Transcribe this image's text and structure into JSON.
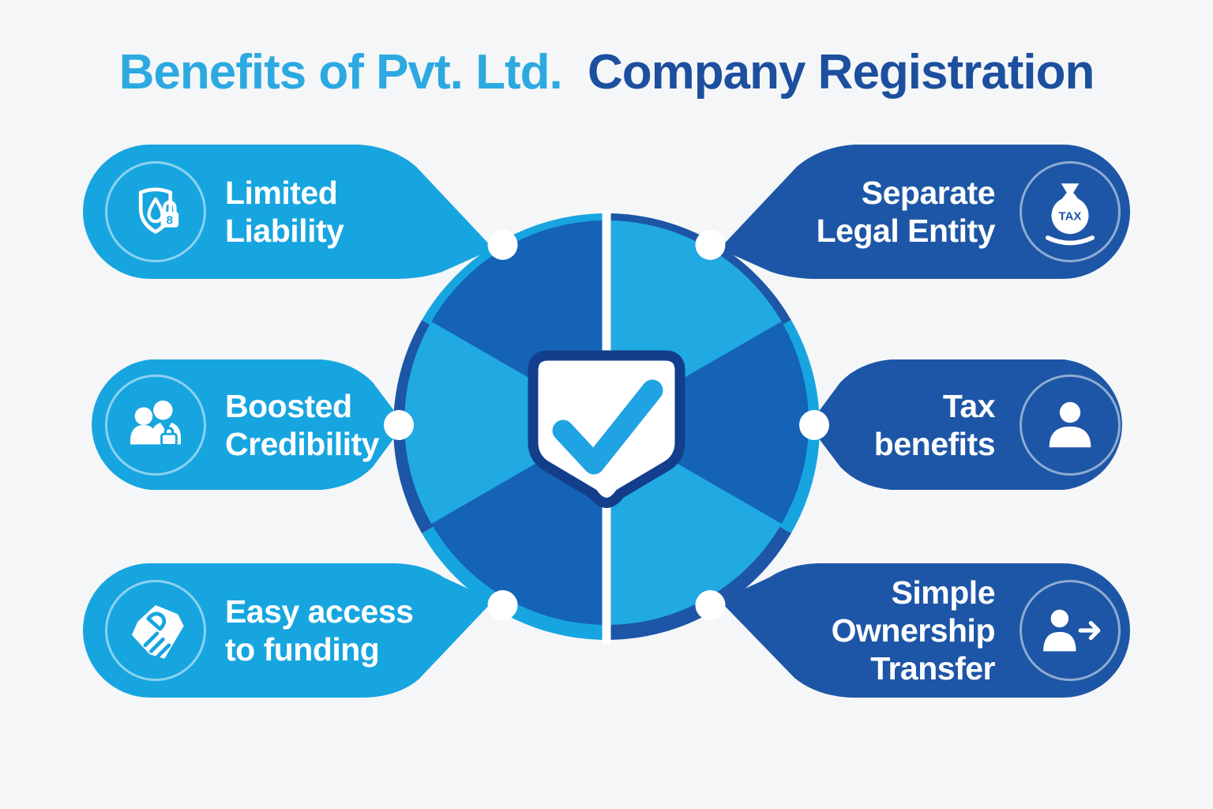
{
  "title": {
    "highlight": "Benefits of Pvt. Ltd.",
    "rest": "Company Registration"
  },
  "colors": {
    "background": "#F5F6F7",
    "light_blue": "#17A5E0",
    "dark_blue": "#1D56A6",
    "wedge_light": "#21A9E2",
    "wedge_dark": "#1463B6",
    "title_light": "#2CA9E1",
    "title_dark": "#1C4F9E",
    "shield_border": "#123E8C",
    "check_blue": "#1FA3E2"
  },
  "banners": {
    "left": [
      {
        "id": "limited-liability",
        "lines": [
          "Limited",
          "Liability"
        ],
        "icon": "shield-lock-icon",
        "icon_text": "8"
      },
      {
        "id": "boosted-credibility",
        "lines": [
          "Boosted",
          "Credibility"
        ],
        "icon": "people-icon"
      },
      {
        "id": "easy-access-funding",
        "lines": [
          "Easy access",
          "to funding"
        ],
        "icon": "handshake-icon"
      }
    ],
    "right": [
      {
        "id": "separate-legal-entity",
        "lines": [
          "Separate",
          "Legal Entity"
        ],
        "icon": "tax-money-bag-icon",
        "icon_text": "TAX"
      },
      {
        "id": "tax-benefits",
        "lines": [
          "Tax",
          "benefits"
        ],
        "icon": "person-icon"
      },
      {
        "id": "simple-ownership-transfer",
        "lines": [
          "Simple",
          "Ownership",
          "Transfer"
        ],
        "icon": "person-transfer-icon"
      }
    ]
  },
  "center": {
    "icon": "shield-check-icon"
  }
}
